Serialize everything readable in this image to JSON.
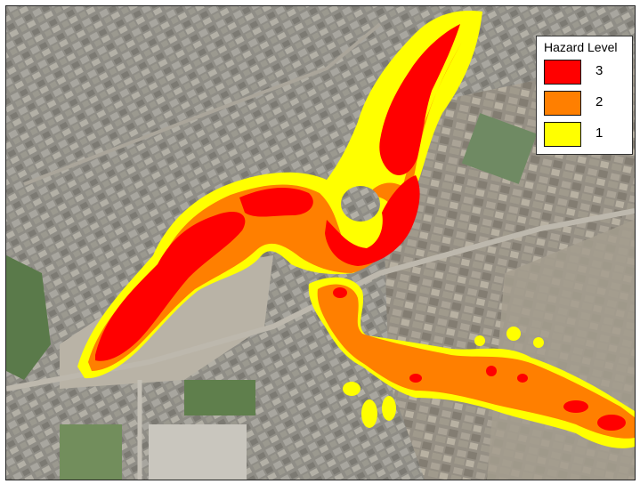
{
  "legend": {
    "title": "Hazard Level",
    "items": [
      {
        "label": "3",
        "color": "#ff0000"
      },
      {
        "label": "2",
        "color": "#ff7f00"
      },
      {
        "label": "1",
        "color": "#ffff00"
      }
    ]
  },
  "colors": {
    "level3": "#ff0000",
    "level2": "#ff7f00",
    "level1": "#ffff00",
    "urban": "#8e8c84",
    "riverbed": "#b9b3a6",
    "vegetation": "#5f7f4c"
  }
}
